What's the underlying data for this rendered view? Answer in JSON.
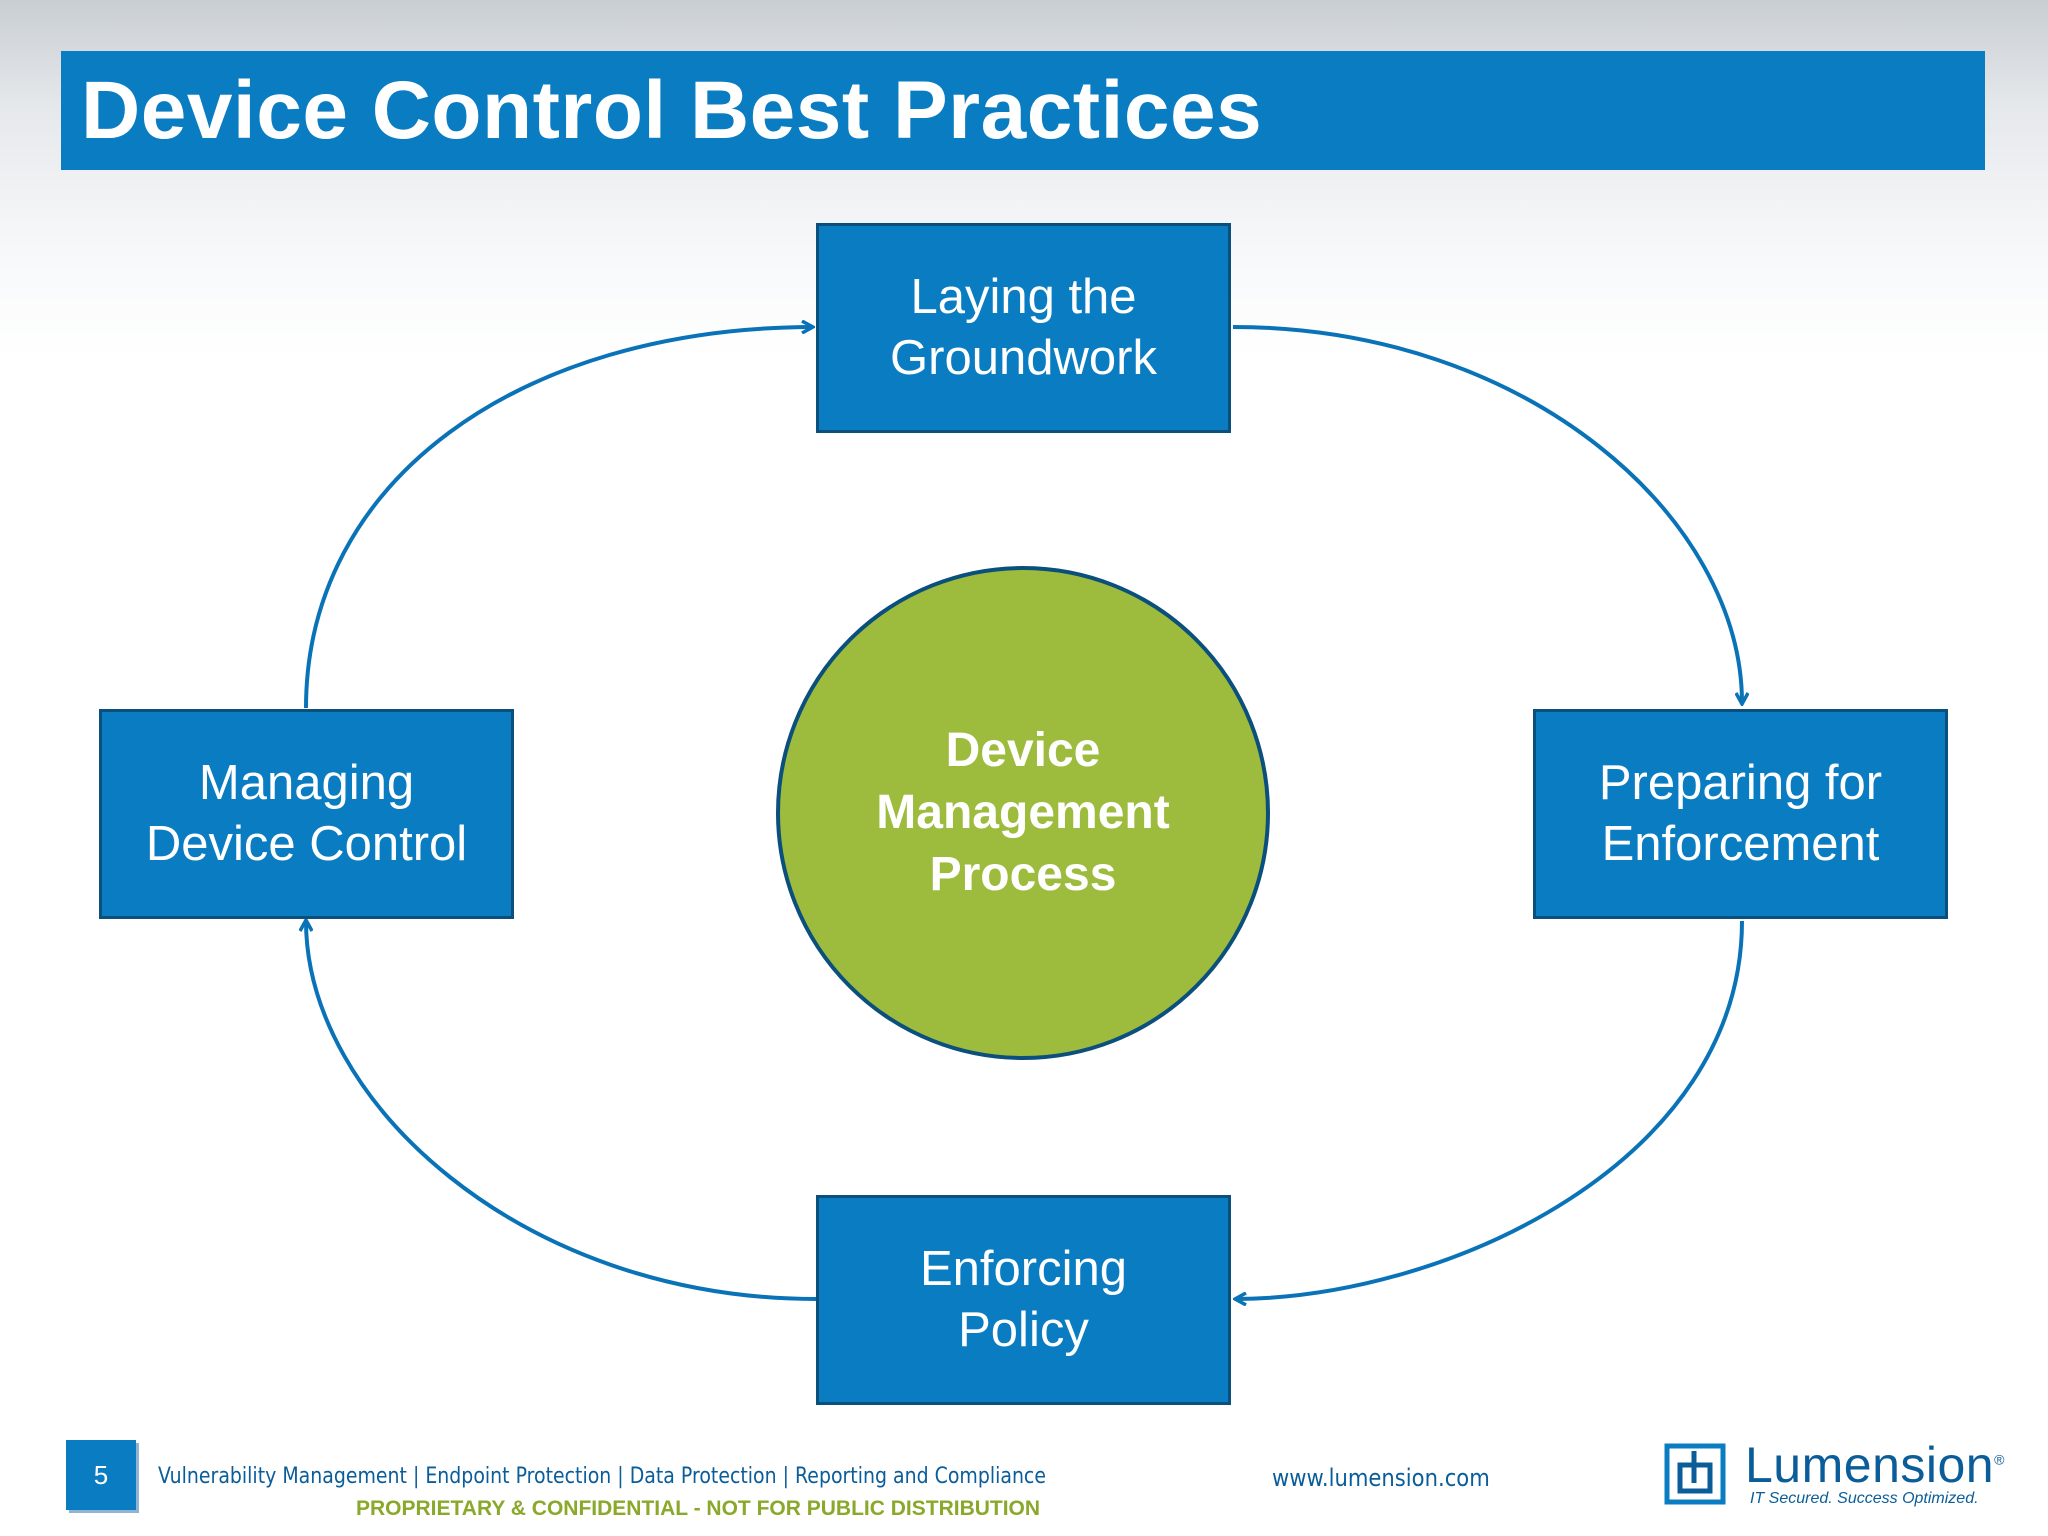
{
  "slide": {
    "title": "Device Control Best Practices",
    "number": "5"
  },
  "diagram": {
    "center": {
      "line1": "Device",
      "line2": "Management",
      "line3": "Process"
    },
    "steps": [
      {
        "line1": "Laying the",
        "line2": "Groundwork"
      },
      {
        "line1": "Preparing for",
        "line2": "Enforcement"
      },
      {
        "line1": "Enforcing",
        "line2": "Policy"
      },
      {
        "line1": "Managing",
        "line2": "Device Control"
      }
    ]
  },
  "footer": {
    "tagline": "Vulnerability Management | Endpoint Protection | Data Protection | Reporting and Compliance",
    "confidential": "PROPRIETARY & CONFIDENTIAL - NOT FOR PUBLIC DISTRIBUTION",
    "url": "www.lumension.com",
    "brand": "Lumension",
    "brand_trademark": "®",
    "brand_tagline": "IT Secured. Success Optimized."
  },
  "colors": {
    "box_fill": "#0a7cc1",
    "box_border": "#0b4f7d",
    "circle_fill": "#9dbb3d",
    "accent_green": "#8aa82a",
    "brand_blue": "#0b5d99"
  },
  "icons": {
    "cycle_arrow": "arrowhead",
    "logo": "lumension-logo-icon"
  }
}
